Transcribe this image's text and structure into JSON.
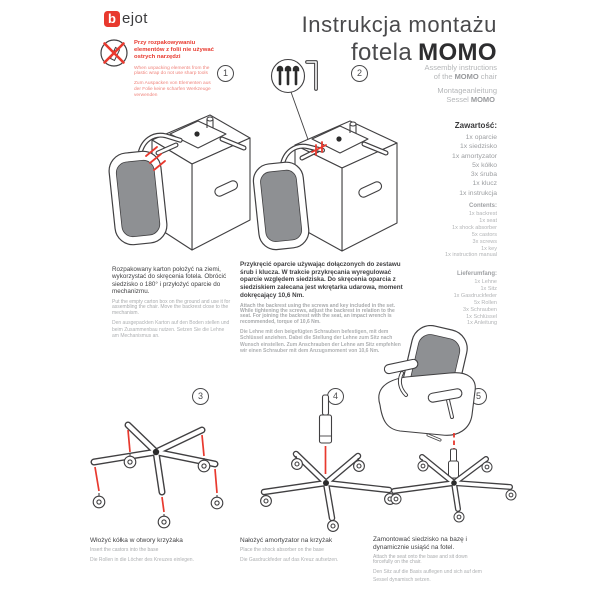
{
  "colors": {
    "accent_red": "#e8392e",
    "warning_light_red": "#f0847c",
    "text_dark": "#3f3f41",
    "text_gray": "#a8aaac",
    "mesh_gray": "#8e9093"
  },
  "logo": {
    "b": "b",
    "rest": "ejot"
  },
  "title": {
    "line1": "Instrukcja montażu",
    "line2_light": "fotela",
    "line2_bold": "MOMO"
  },
  "subtitles": {
    "en_line1": "Assembly instructions",
    "en_line2_pre": "of the",
    "en_line2_bold": "MOMO",
    "en_line2_post": "chair",
    "de_line1": "Montageanleitung",
    "de_line2_pre": "Sessel",
    "de_line2_bold": "MOMO"
  },
  "warning": {
    "pl": "Przy rozpakowywaniu elementów z folii nie używać ostrych narzędzi",
    "en": "When unpacking elements from the plastic wrap do not use sharp tools",
    "de": "Zum Auspacken von Elementen aus der Folie keine scharfen Werkzeuge verwenden"
  },
  "contents_pl": {
    "heading": "Zawartość:",
    "items": [
      "1x oparcie",
      "1x siedzisko",
      "1x amortyzator",
      "5x kółko",
      "3x śruba",
      "1x klucz",
      "1x instrukcja"
    ]
  },
  "contents_en": {
    "heading": "Contents:",
    "items": [
      "1x backrest",
      "1x seat",
      "1x shock absorber",
      "5x castors",
      "3x screws",
      "1x key",
      "1x instruction manual"
    ]
  },
  "contents_de": {
    "heading": "Lieferumfang:",
    "items": [
      "1x Lehne",
      "1x Sitz",
      "1x Gasdruckfeder",
      "5x Rollen",
      "3x Schrauben",
      "1x Schlüssel",
      "1x Anleitung"
    ]
  },
  "steps": [
    {
      "number": "1",
      "pl": "Rozpakowany karton położyć na ziemi, wykorzystać do skręcenia fotela. Obrócić siedzisko o 180° i przyłożyć oparcie do mechanizmu.",
      "en": "Put the empty carton box on the ground and use it for assembling the chair. Move the backrest close to the mechanism.",
      "de": "Den ausgepackten Karton auf den Boden stellen und beim Zusammenbau nutzen. Setzen Sie die Lehne am Mechanismus an."
    },
    {
      "number": "2",
      "pl": "Przykręcić oparcie używając dołączonych do zestawu śrub i klucza. W trakcie przykręcania wyregulować oparcie względem siedziska. Do skręcenia oparcia z siedziskiem zalecana jest wkrętarka udarowa, moment dokręcający 10,6 Nm.",
      "en": "Attach the backrest using the screws and key included in the set. While tightening the screws, adjust the backrest in relation to the seat. For joining the backrest with the seat, an impact wrench is recommended, torque of 10,6 Nm.",
      "de": "Die Lehne mit den beigefügten Schrauben befestigen, mit dem Schlüssel anziehen. Dabei die Stellung der Lehne zum Sitz nach Wunsch einstellen. Zum Anschrauben der Lehne am Sitz empfehlen wir einen Schrauber mit dem Anzugsmoment von 10,6 Nm."
    },
    {
      "number": "3",
      "pl": "Włożyć kółka w otwory krzyżaka",
      "en": "Insert the castors into the base",
      "de": "Die Rollen in die Löcher des Kreuzes einlegen."
    },
    {
      "number": "4",
      "pl": "Nałożyć amortyzator na krzyżak",
      "en": "Place the shock absorber on the base",
      "de": "Die Gasdruckfeder auf das Kreuz aufsetzen."
    },
    {
      "number": "5",
      "pl": "Zamontować siedzisko na bazę i dynamicznie usiąść na fotel.",
      "en": "Attach the seat onto the base and sit down forcefully on the chair.",
      "de": "Den Sitz auf die Basis auflegen und sich auf dem Sessel dynamisch setzen."
    }
  ]
}
